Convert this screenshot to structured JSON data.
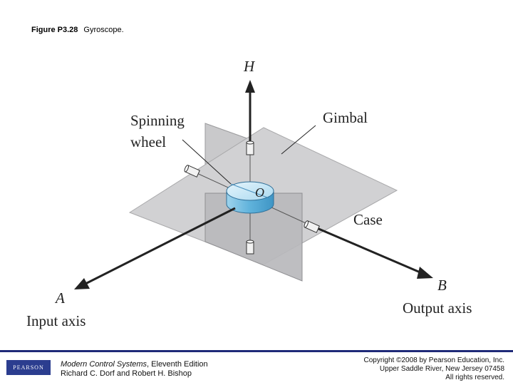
{
  "caption": {
    "figure_number": "Figure P3.28",
    "figure_title": "Gyroscope."
  },
  "diagram": {
    "labels": {
      "h_axis": "H",
      "spinning_1": "Spinning",
      "spinning_2": "wheel",
      "gimbal": "Gimbal",
      "center": "O",
      "case": "Case",
      "a_axis": "A",
      "input_axis": "Input axis",
      "b_axis": "B",
      "output_axis": "Output axis"
    },
    "colors": {
      "plate": "#cfcfd1",
      "wheel_top": "#bfe3f3",
      "wheel_side": "#62b4dc",
      "axis": "#222222"
    }
  },
  "footer": {
    "logo_text": "PEARSON",
    "book_title": "Modern Control Systems",
    "book_edition": ", Eleventh Edition",
    "book_authors": "Richard C. Dorf and Robert H. Bishop",
    "copyright_line1": "Copyright ©2008 by Pearson Education, Inc.",
    "copyright_line2": "Upper Saddle River, New Jersey 07458",
    "copyright_line3": "All rights reserved."
  }
}
